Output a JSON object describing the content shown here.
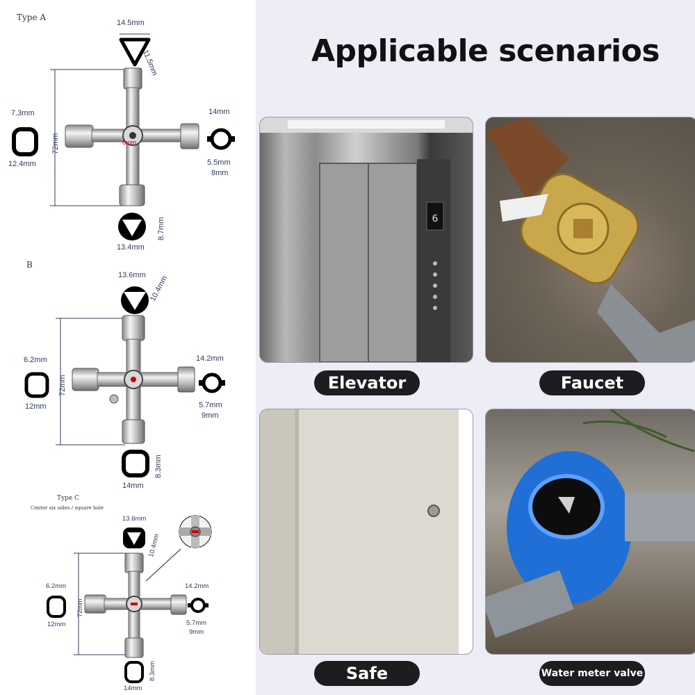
{
  "heading": "Applicable scenarios",
  "type_a": {
    "label": "Type A",
    "top_width": "14.5mm",
    "top_depth": "11.5mm",
    "left_outer": "7.3mm",
    "left_inner": "12.4mm",
    "height": "72mm",
    "center": "6mm",
    "right_outer": "14mm",
    "right_inner": "5.5mm",
    "right_depth": "8mm",
    "bottom_depth": "8.7mm",
    "bottom_width": "13.4mm"
  },
  "type_b": {
    "label": "B",
    "top_width": "13.6mm",
    "top_depth": "10.4mm",
    "left_outer": "6.2mm",
    "left_inner": "12mm",
    "height": "72mm",
    "right_outer": "14.2mm",
    "right_inner": "5.7mm",
    "right_depth": "9mm",
    "bottom_depth": "8.3mm",
    "bottom_width": "14mm"
  },
  "type_c": {
    "label": "Type C",
    "subtitle": "Center six sides / square hole",
    "top_width": "13.6mm",
    "top_depth": "10.4mm",
    "left_outer": "6.2mm",
    "left_inner": "12mm",
    "height": "72mm",
    "right_outer": "14.2mm",
    "right_inner": "5.7mm",
    "right_depth": "9mm",
    "bottom_depth": "8.3mm",
    "bottom_width": "14mm"
  },
  "scenarios": {
    "elevator": "Elevator",
    "faucet": "Faucet",
    "safe": "Safe",
    "water_meter": "Water meter valve"
  },
  "colors": {
    "pill_bg": "#1d1d1f",
    "panel_bg": "#ededf6",
    "dim_line": "#2e3b5c"
  }
}
